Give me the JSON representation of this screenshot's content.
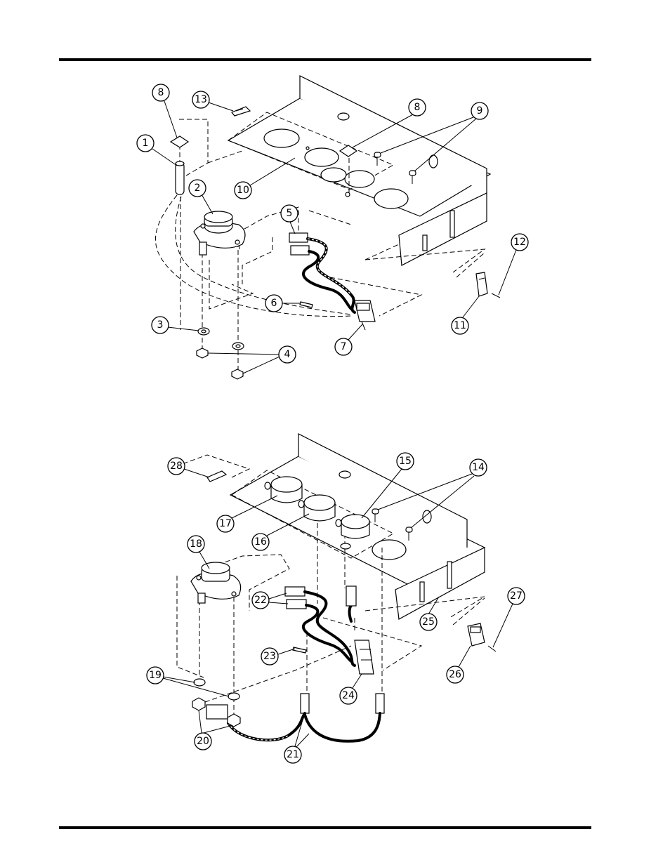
{
  "top_diagram": {
    "callouts": {
      "c1": "1",
      "c2": "2",
      "c3": "3",
      "c4": "4",
      "c5": "5",
      "c6": "6",
      "c7": "7",
      "c8a": "8",
      "c8b": "8",
      "c9": "9",
      "c10": "10",
      "c11": "11",
      "c12": "12",
      "c13": "13"
    }
  },
  "bottom_diagram": {
    "callouts": {
      "c14": "14",
      "c15": "15",
      "c16": "16",
      "c17": "17",
      "c18": "18",
      "c19": "19",
      "c20": "20",
      "c21": "21",
      "c22": "22",
      "c23": "23",
      "c24": "24",
      "c25": "25",
      "c26": "26",
      "c27": "27",
      "c28": "28"
    }
  }
}
